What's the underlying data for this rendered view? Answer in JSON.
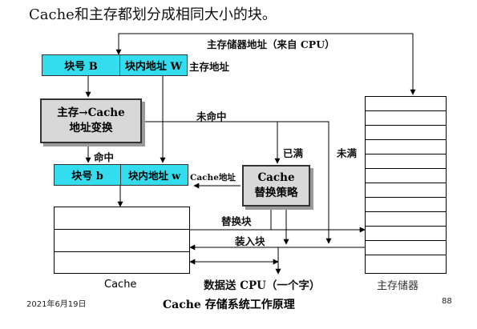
{
  "heading": "Cache和主存都划分成相同大小的块。",
  "top_address": {
    "block_no": "块号 B",
    "in_block": "块内地址 W",
    "side_label": "主存地址"
  },
  "mem_addr_from_cpu": "主存储器地址（来自 CPU）",
  "translator": {
    "line1": "主存→Cache",
    "line2": "地址变换"
  },
  "hit_label": "命中",
  "miss_label": "未命中",
  "cache_address": {
    "block_no": "块号 b",
    "in_block": "块内地址 w",
    "side_label": "Cache地址"
  },
  "replace_policy": {
    "line1": "Cache",
    "line2": "替换策略"
  },
  "full_label": "已满",
  "not_full_label": "未满",
  "replace_block_label": "替换块",
  "load_block_label": "装入块",
  "data_to_cpu": "数据送 CPU（一个字）",
  "cache_label": "Cache",
  "main_memory_label": "主存储器",
  "footer": {
    "date": "2021年6月19日",
    "title": "Cache 存储系统工作原理",
    "page": "88"
  }
}
